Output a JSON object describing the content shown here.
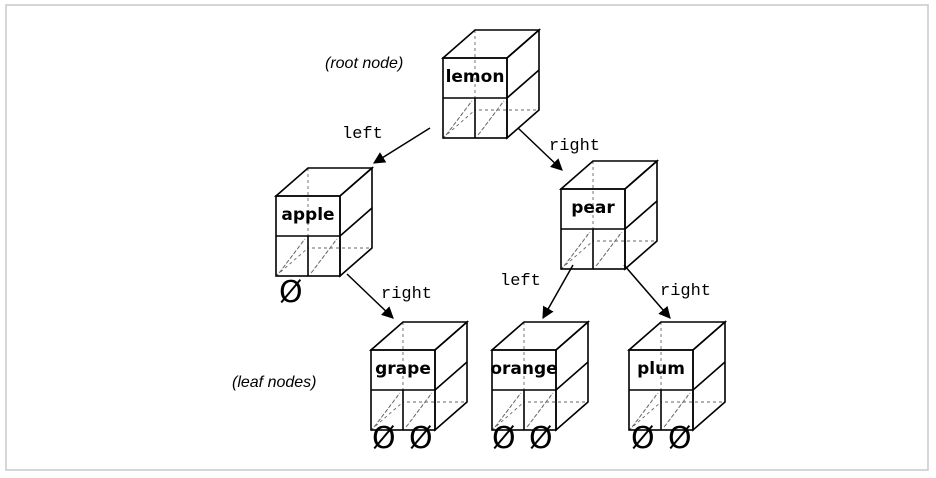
{
  "annotations": {
    "root": "(root node)",
    "leaves": "(leaf nodes)"
  },
  "nodes": [
    {
      "id": "lemon",
      "label": "lemon"
    },
    {
      "id": "apple",
      "label": "apple"
    },
    {
      "id": "pear",
      "label": "pear"
    },
    {
      "id": "grape",
      "label": "grape"
    },
    {
      "id": "orange",
      "label": "orange"
    },
    {
      "id": "plum",
      "label": "plum"
    }
  ],
  "edges": [
    {
      "from": "lemon",
      "to": "apple",
      "label": "left"
    },
    {
      "from": "lemon",
      "to": "pear",
      "label": "right"
    },
    {
      "from": "apple",
      "to": "grape",
      "label": "right"
    },
    {
      "from": "pear",
      "to": "orange",
      "label": "left"
    },
    {
      "from": "pear",
      "to": "plum",
      "label": "right"
    }
  ],
  "null_symbol": "Ø",
  "colors": {
    "line": "#000000",
    "frame": "#c8c8c8",
    "hidden": "#666666"
  }
}
